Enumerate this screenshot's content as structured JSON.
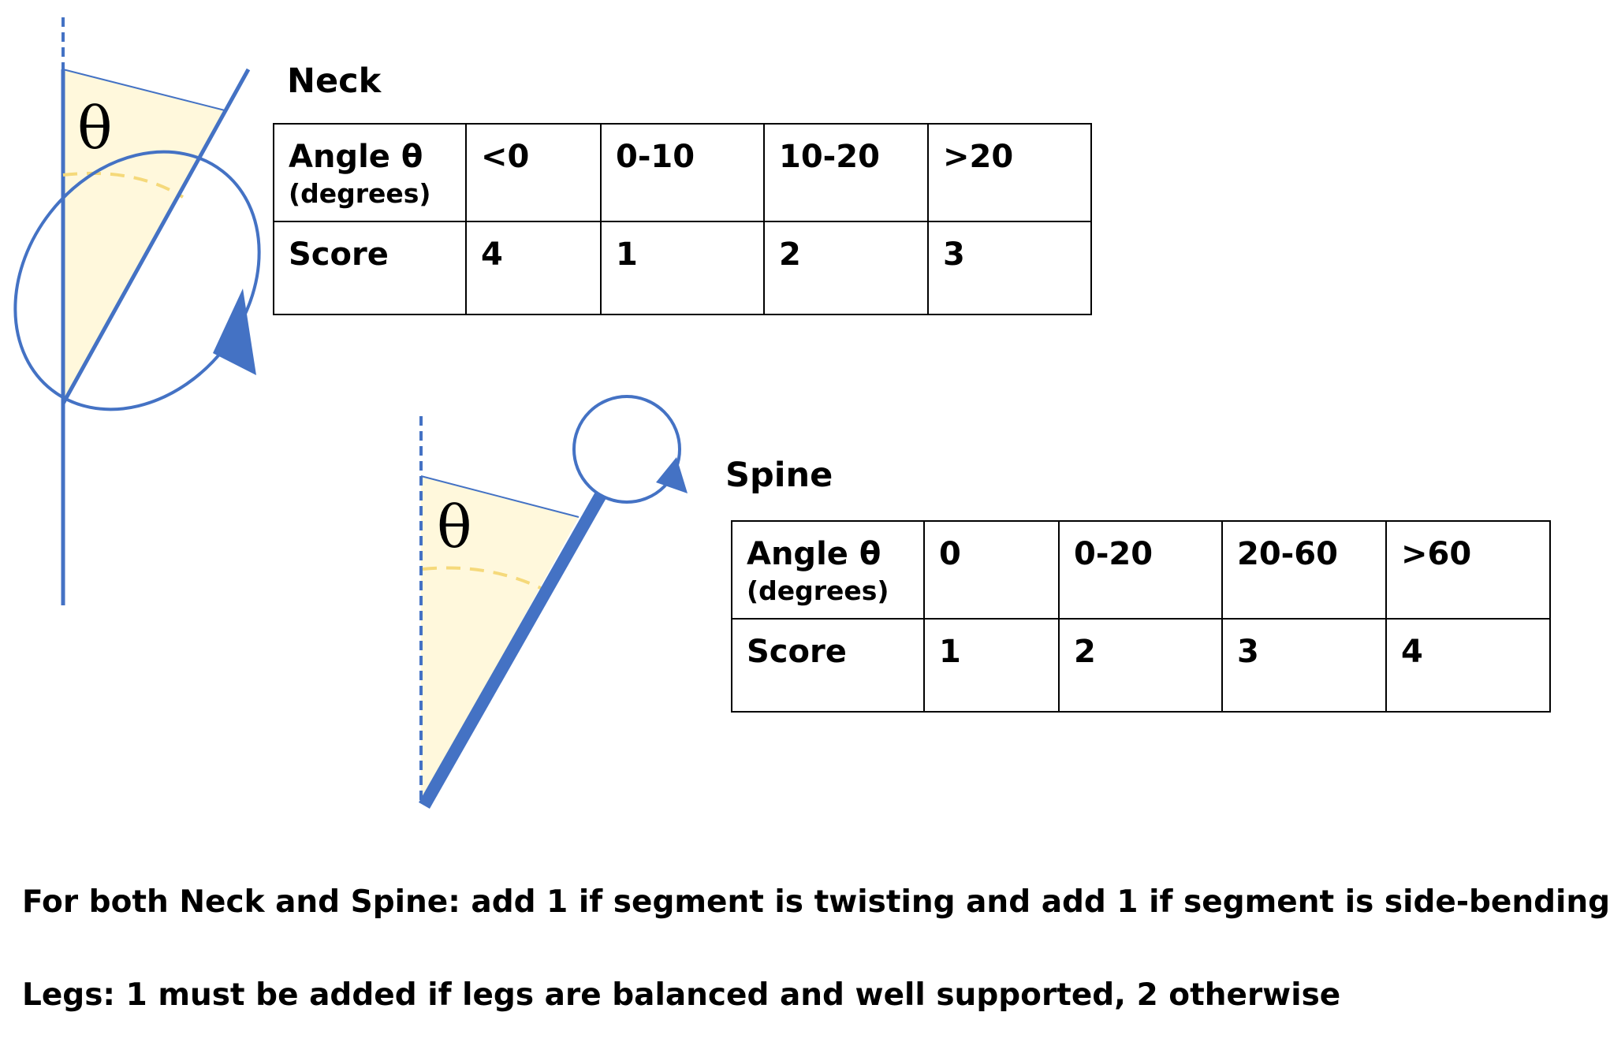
{
  "theta_symbol": "θ",
  "neck": {
    "title": "Neck",
    "header_label": "Angle θ",
    "header_unit": "(degrees)",
    "score_label": "Score",
    "ranges": [
      "<0",
      "0-10",
      "10-20",
      ">20"
    ],
    "scores": [
      "4",
      "1",
      "2",
      "3"
    ]
  },
  "spine": {
    "title": "Spine",
    "header_label": "Angle θ",
    "header_unit": "(degrees)",
    "score_label": "Score",
    "ranges": [
      "0",
      "0-20",
      "20-60",
      ">60"
    ],
    "scores": [
      "1",
      "2",
      "3",
      "4"
    ]
  },
  "notes": {
    "twist_bend": "For both Neck and Spine: add 1 if segment is twisting and add 1 if segment is side-bending",
    "legs": "Legs:  1 must be added if legs are balanced and well supported, 2 otherwise"
  },
  "colors": {
    "line_blue": "#4472C4",
    "wedge_fill": "#FFF8DC",
    "arc_yellow": "#F5D97A"
  }
}
